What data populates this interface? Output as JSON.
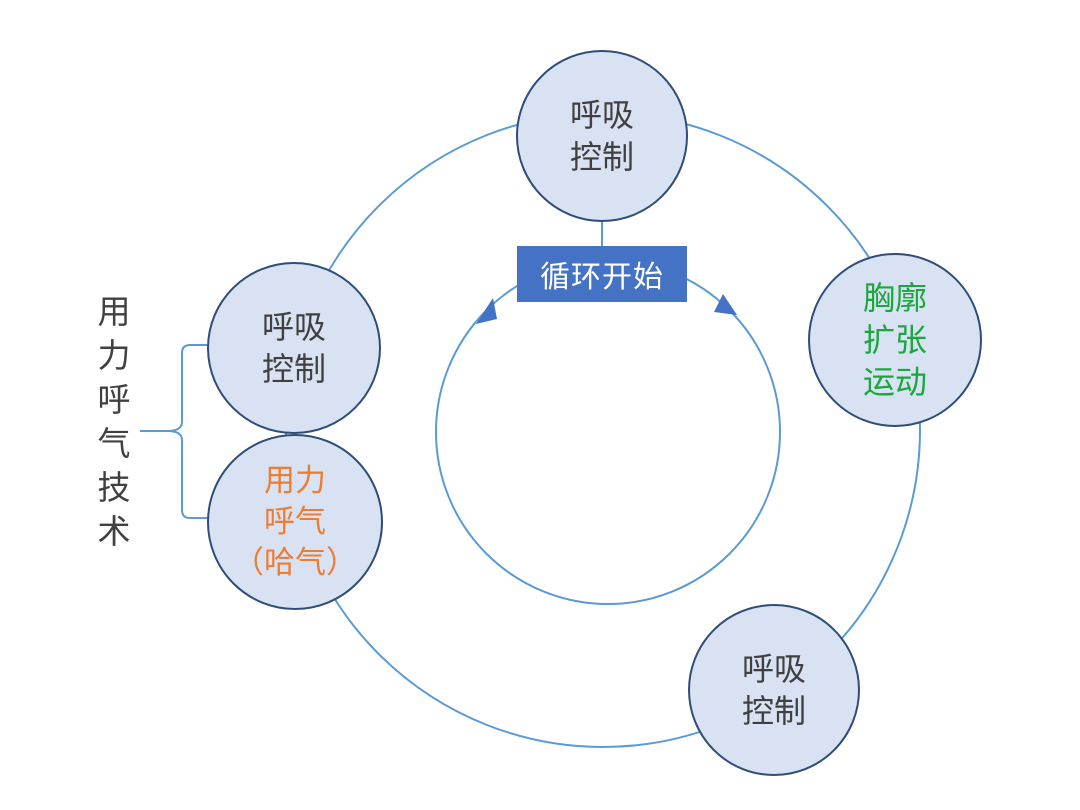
{
  "cycle_start": "循环开始",
  "nodes": {
    "top": [
      "呼吸",
      "控制"
    ],
    "right": [
      "胸廓",
      "扩张",
      "运动"
    ],
    "bottom": [
      "呼吸",
      "控制"
    ],
    "left": [
      "呼吸",
      "控制"
    ],
    "forced": [
      "用力",
      "呼气",
      "（哈气）"
    ]
  },
  "technique_label": [
    "用",
    "力",
    "呼",
    "气",
    "技",
    "术"
  ],
  "colors": {
    "node_fill": "#d9e2f3",
    "node_border": "#2f4d78",
    "ring_line": "#5b9bd5",
    "start_box_fill": "#4472c4",
    "green_text": "#19a83d",
    "orange_text": "#ed7d31",
    "body_text": "#404040"
  }
}
